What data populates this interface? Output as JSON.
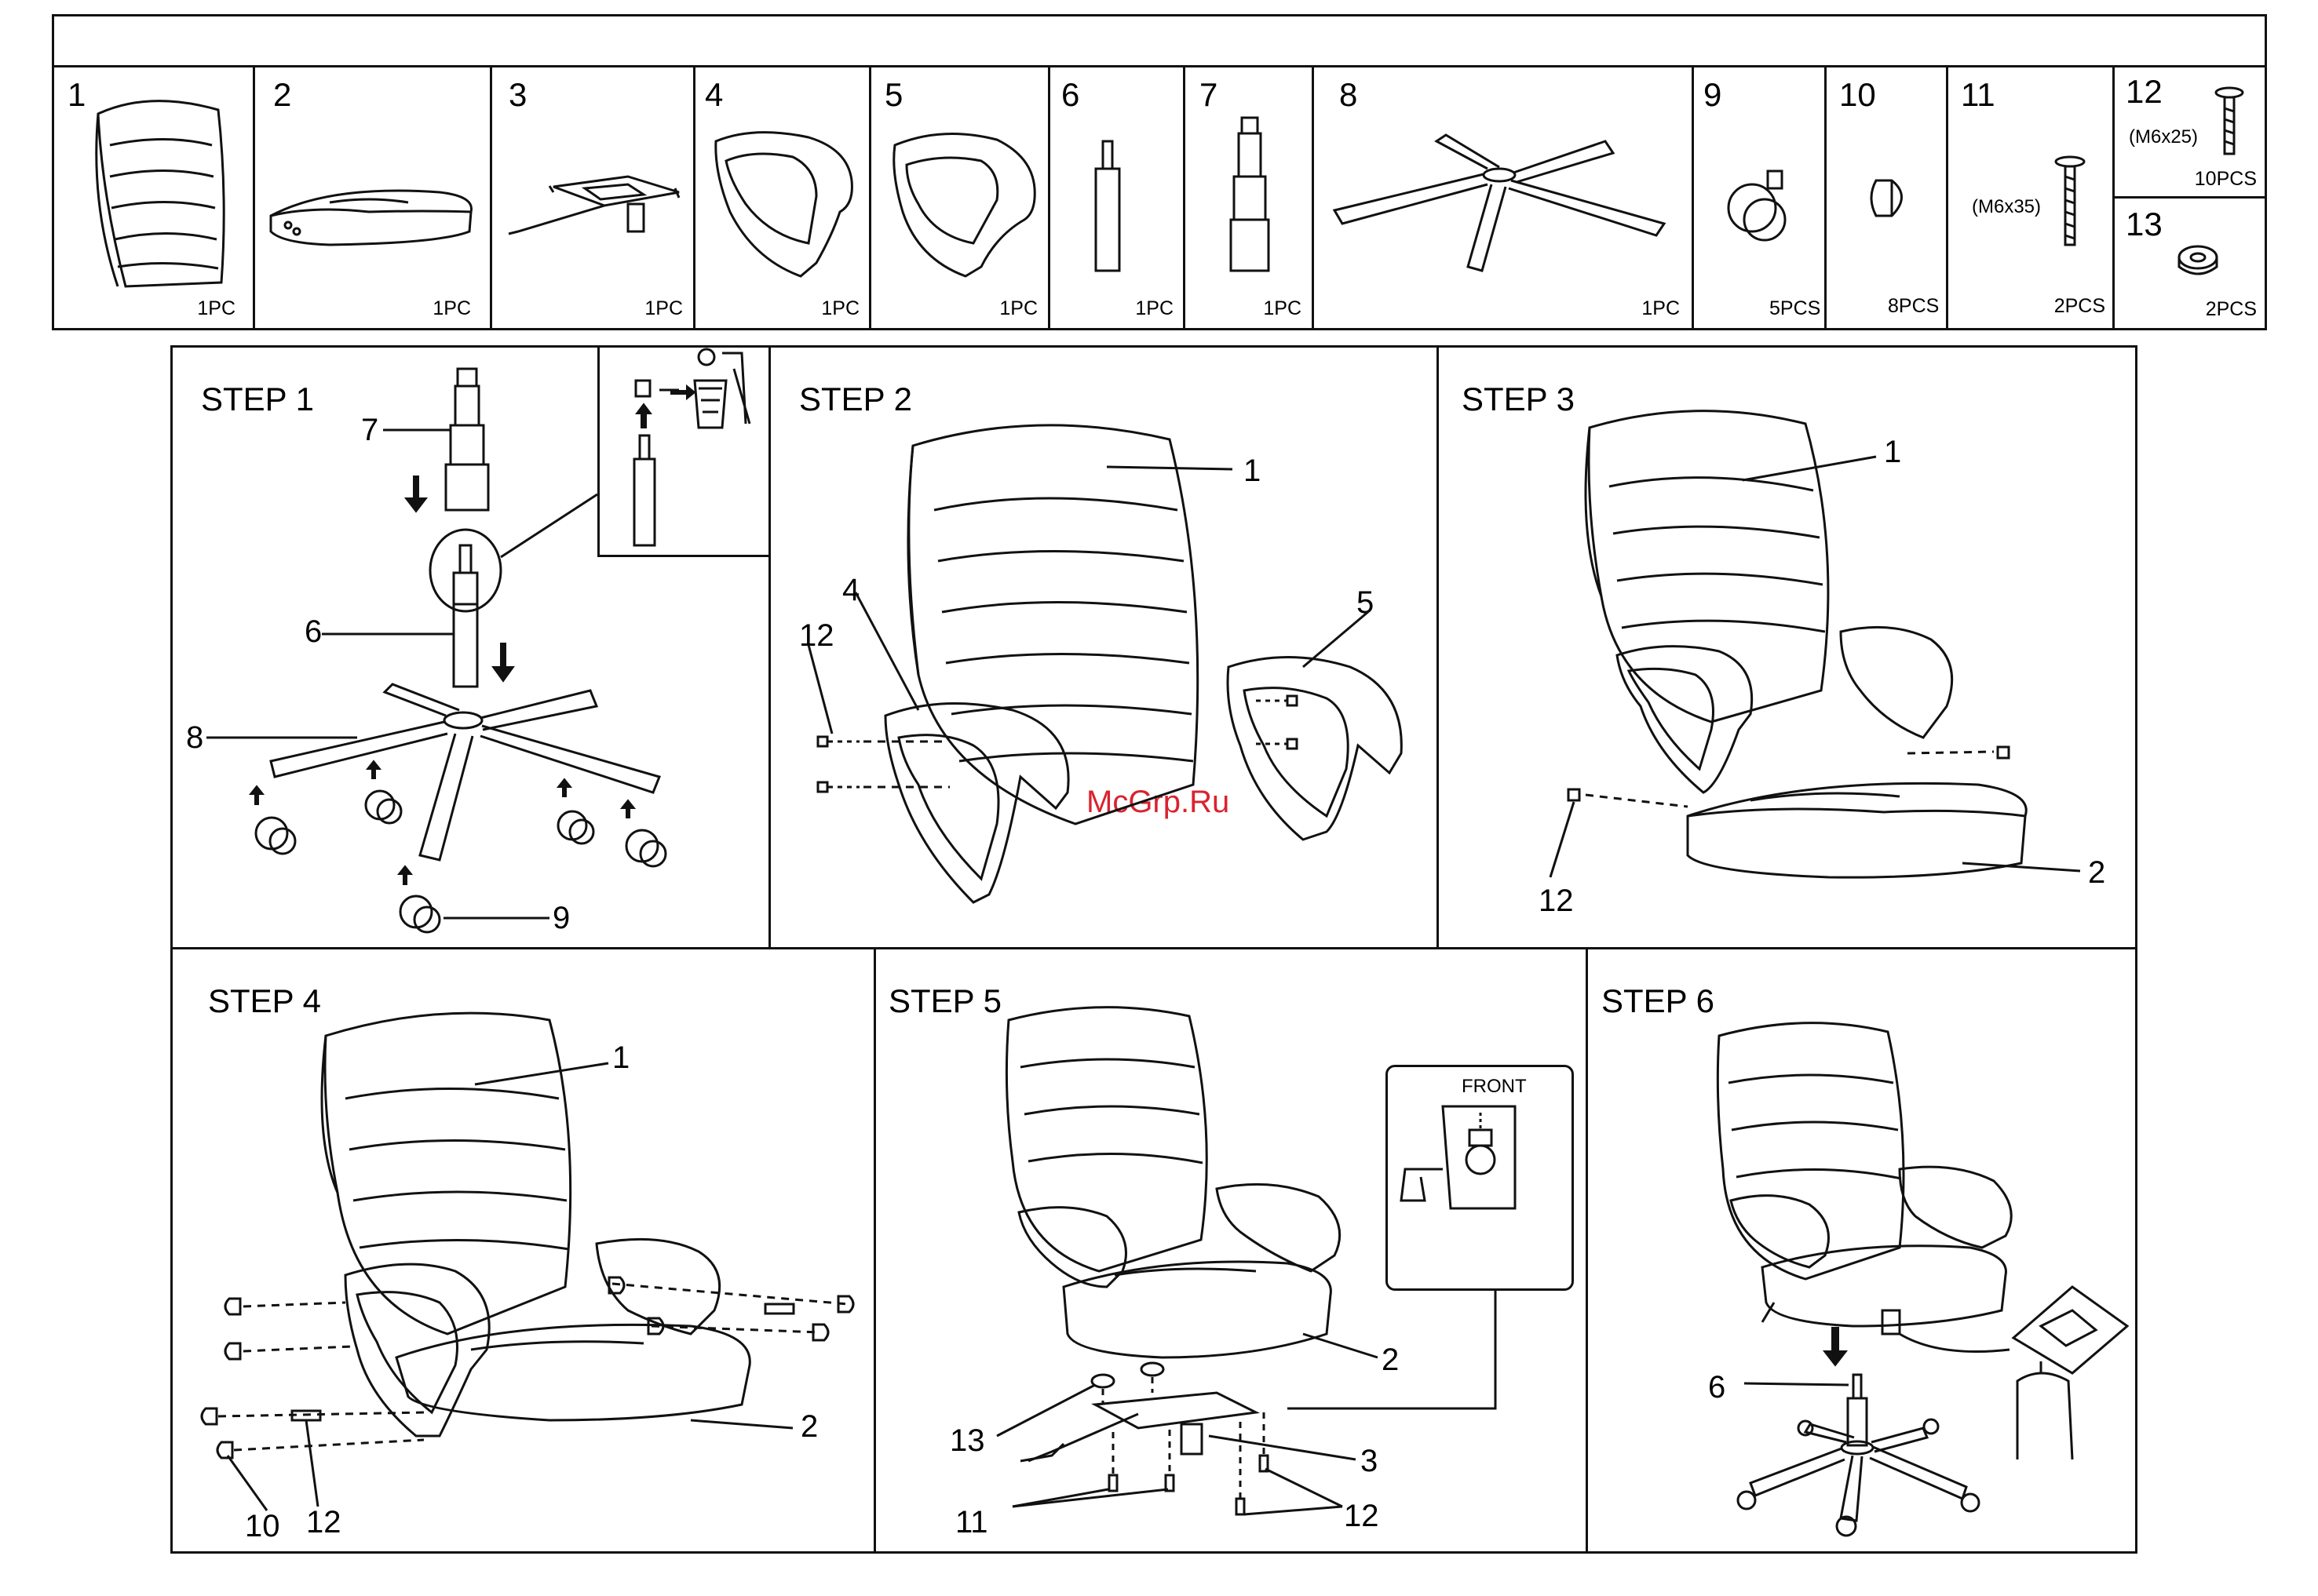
{
  "parts": [
    {
      "num": "1",
      "qty": "1PC",
      "icon": "backrest-icon"
    },
    {
      "num": "2",
      "qty": "1PC",
      "icon": "seat-cushion-icon"
    },
    {
      "num": "3",
      "qty": "1PC",
      "icon": "tilt-mechanism-icon"
    },
    {
      "num": "4",
      "qty": "1PC",
      "icon": "left-armrest-icon"
    },
    {
      "num": "5",
      "qty": "1PC",
      "icon": "right-armrest-icon"
    },
    {
      "num": "6",
      "qty": "1PC",
      "icon": "gas-lift-icon"
    },
    {
      "num": "7",
      "qty": "1PC",
      "icon": "gas-lift-cover-icon"
    },
    {
      "num": "8",
      "qty": "1PC",
      "icon": "five-star-base-icon"
    },
    {
      "num": "9",
      "qty": "5PCS",
      "icon": "caster-icon"
    },
    {
      "num": "10",
      "qty": "8PCS",
      "icon": "plug-cap-icon"
    },
    {
      "num": "11",
      "qty": "2PCS",
      "size": "(M6x35)",
      "icon": "long-bolt-icon"
    },
    {
      "num": "12",
      "qty": "10PCS",
      "size": "(M6x25)",
      "icon": "bolt-icon"
    },
    {
      "num": "13",
      "qty": "2PCS",
      "icon": "washer-icon"
    }
  ],
  "steps": {
    "s1": {
      "title": "STEP 1",
      "callouts": {
        "c7": "7",
        "c6": "6",
        "c8": "8",
        "c9": "9"
      }
    },
    "s2": {
      "title": "STEP 2",
      "callouts": {
        "c1": "1",
        "c4": "4",
        "c5": "5",
        "c12": "12"
      }
    },
    "s3": {
      "title": "STEP 3",
      "callouts": {
        "c1": "1",
        "c2": "2",
        "c12": "12"
      }
    },
    "s4": {
      "title": "STEP 4",
      "callouts": {
        "c1": "1",
        "c2": "2",
        "c10": "10",
        "c12": "12"
      }
    },
    "s5": {
      "title": "STEP 5",
      "front": "FRONT",
      "callouts": {
        "c2": "2",
        "c3": "3",
        "c11": "11",
        "c12": "12",
        "c13": "13"
      }
    },
    "s6": {
      "title": "STEP 6",
      "callouts": {
        "c6": "6"
      }
    }
  },
  "watermark": "McGrp.Ru",
  "colors": {
    "line": "#111111",
    "watermark": "#d9232e",
    "background": "#ffffff"
  }
}
